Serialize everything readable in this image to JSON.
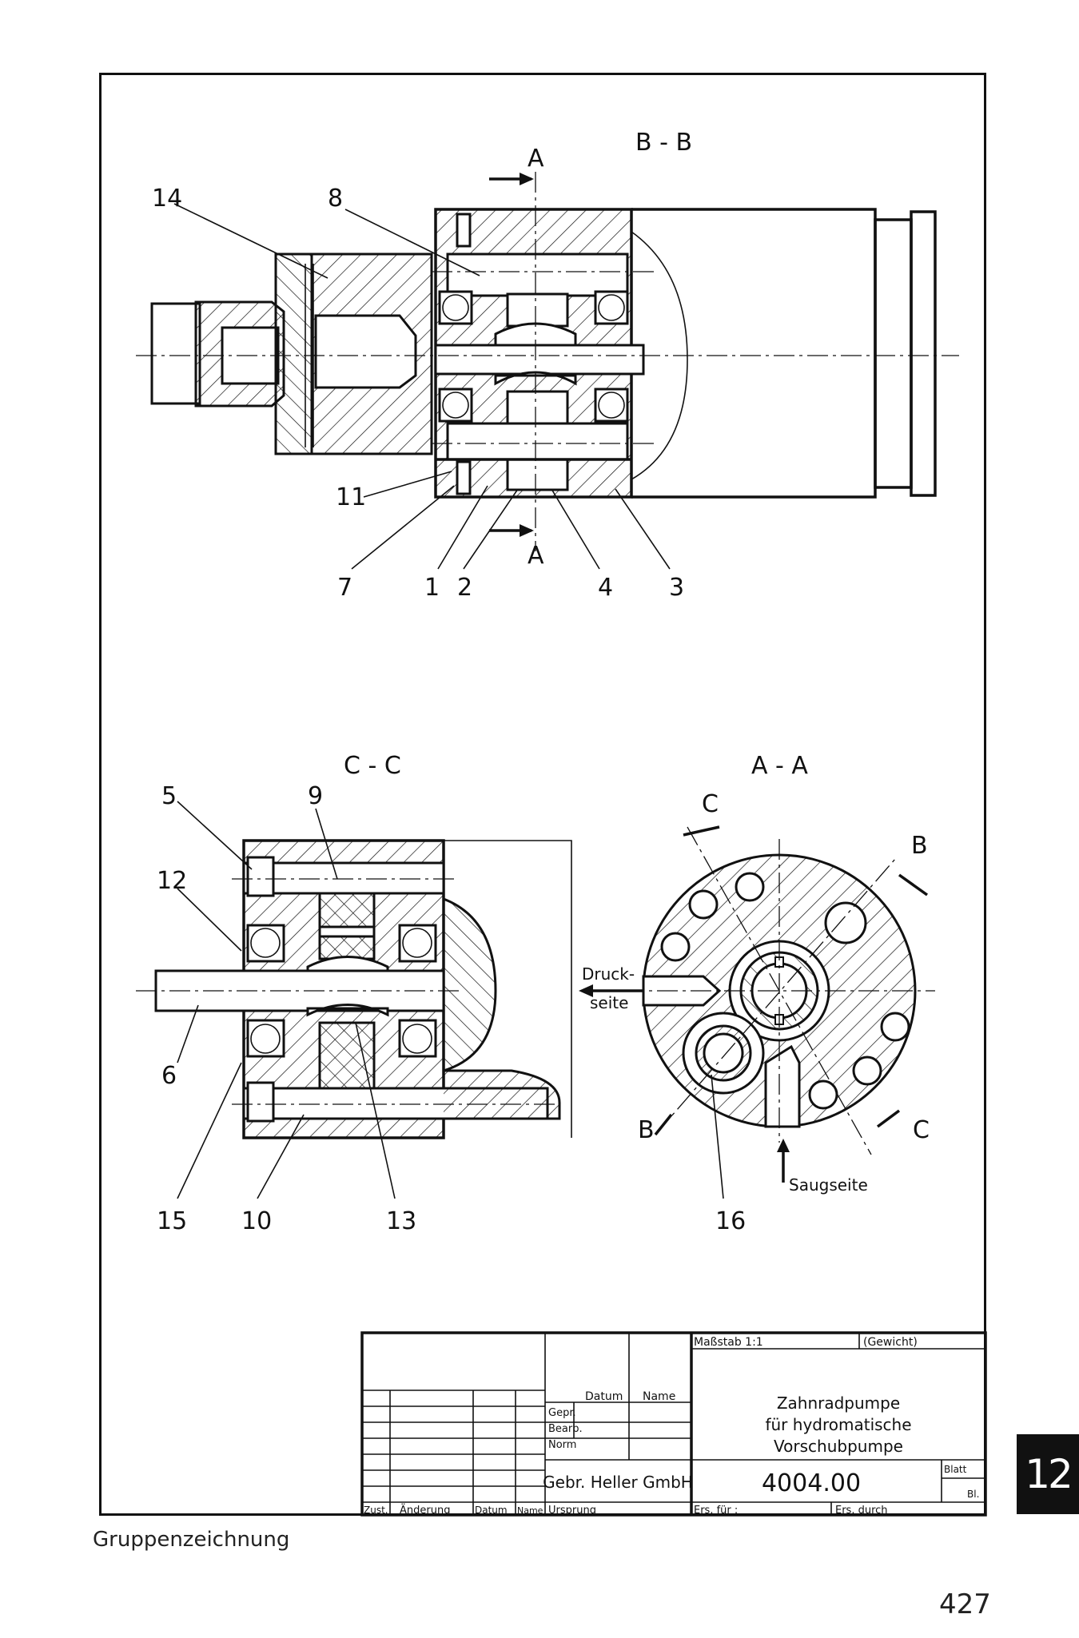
{
  "sections": {
    "bb": "B - B",
    "cc": "C - C",
    "aa": "A - A"
  },
  "cut_letters": {
    "a": "A",
    "b": "B",
    "c": "C"
  },
  "part_numbers": {
    "p1": "1",
    "p2": "2",
    "p3": "3",
    "p4": "4",
    "p5": "5",
    "p6": "6",
    "p7": "7",
    "p8": "8",
    "p9": "9",
    "p10": "10",
    "p11": "11",
    "p12": "12",
    "p13": "13",
    "p14": "14",
    "p15": "15",
    "p16": "16"
  },
  "annotations": {
    "druck_line1": "Druck-",
    "druck_line2": "seite",
    "saug": "Saugseite"
  },
  "title_block": {
    "massstab": "Maßstab 1:1",
    "gewicht": "(Gewicht)",
    "datum": "Datum",
    "name": "Name",
    "gepr": "Gepr.",
    "bearb": "Bearb.",
    "norm": "Norm",
    "title_line1": "Zahnradpumpe",
    "title_line2": "für hydromatische",
    "title_line3": "Vorschubpumpe",
    "company": "Gebr. Heller GmbH",
    "drawing_number": "4004.00",
    "blatt": "Blatt",
    "bl": "Bl.",
    "zust": "Zust.",
    "aenderung": "Änderung",
    "datum2": "Datum",
    "name2": "Name",
    "ursprung": "Ursprung",
    "ers_fuer": "Ers. für :",
    "ers_durch": "Ers. durch"
  },
  "page": {
    "caption": "Gruppenzeichnung",
    "number": "427",
    "chapter": "12"
  }
}
